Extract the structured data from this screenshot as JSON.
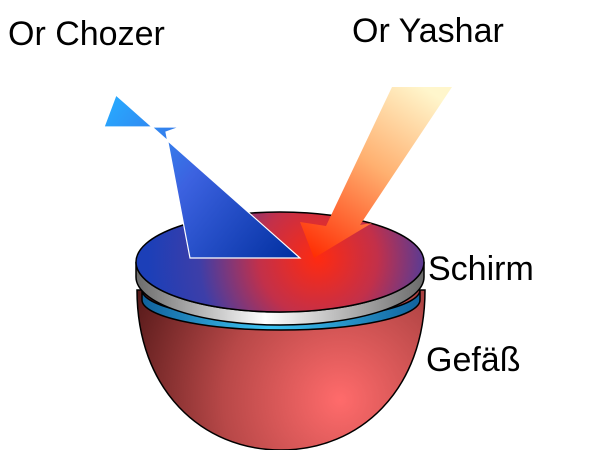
{
  "labels": {
    "or_chozer": "Or Chozer",
    "or_yashar": "Or Yashar",
    "schirm": "Schirm",
    "gefass": "Gefäß"
  },
  "colors": {
    "background": "#ffffff",
    "chozer_light": "#27aaff",
    "chozer_dark": "#002e9e",
    "yashar_light": "#fff6cc",
    "yashar_dark": "#ff2a00",
    "screen_blue": "#1c3fb8",
    "screen_red": "#e8331a",
    "rim_silver": "#d8d8d8",
    "ring_cyan": "#3ec6f5",
    "vessel_red": "#b84848",
    "vessel_dark": "#3a0c0c"
  }
}
